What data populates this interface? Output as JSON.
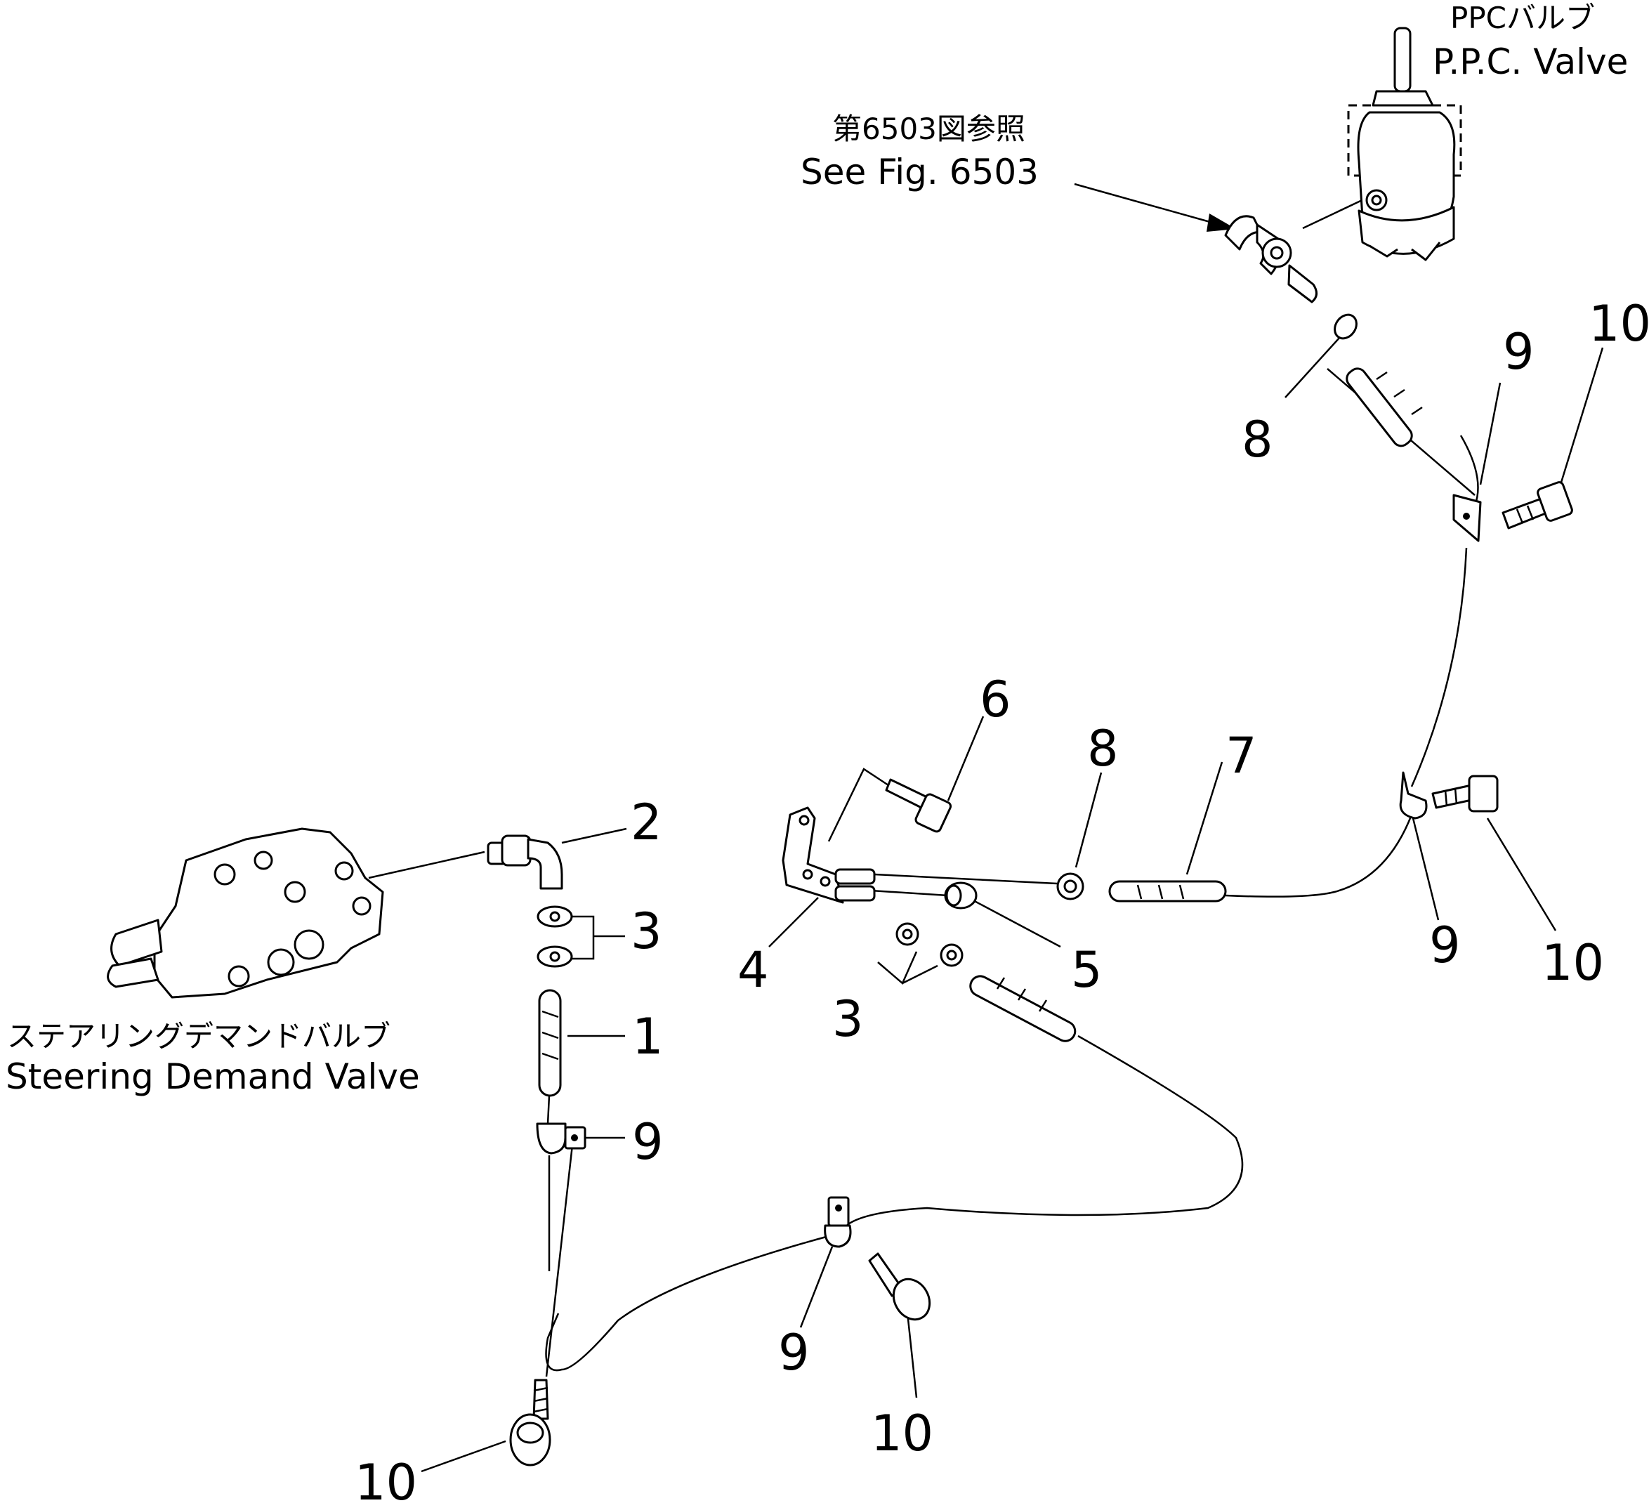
{
  "labels": {
    "ppc_valve_jp": "PPCバルブ",
    "ppc_valve_en": "P.P.C. Valve",
    "see_fig_jp": "第6503図参照",
    "see_fig_en": "See Fig. 6503",
    "steering_valve_jp": "ステアリングデマンドバルブ",
    "steering_valve_en": "Steering Demand Valve"
  },
  "callouts": {
    "hose_1": "1",
    "elbow_2": "2",
    "clamp_3_left": "3",
    "clamp_3_mid": "3",
    "block_4": "4",
    "plug_5": "5",
    "bolt_6": "6",
    "hose_7": "7",
    "clamp_8_top": "8",
    "clamp_8_mid": "8",
    "clamp_9_top": "9",
    "clamp_9_right": "9",
    "clamp_9_left": "9",
    "clamp_9_bottom": "9",
    "bolt_10_top": "10",
    "bolt_10_right": "10",
    "bolt_10_bottom": "10",
    "bolt_10_left": "10"
  }
}
